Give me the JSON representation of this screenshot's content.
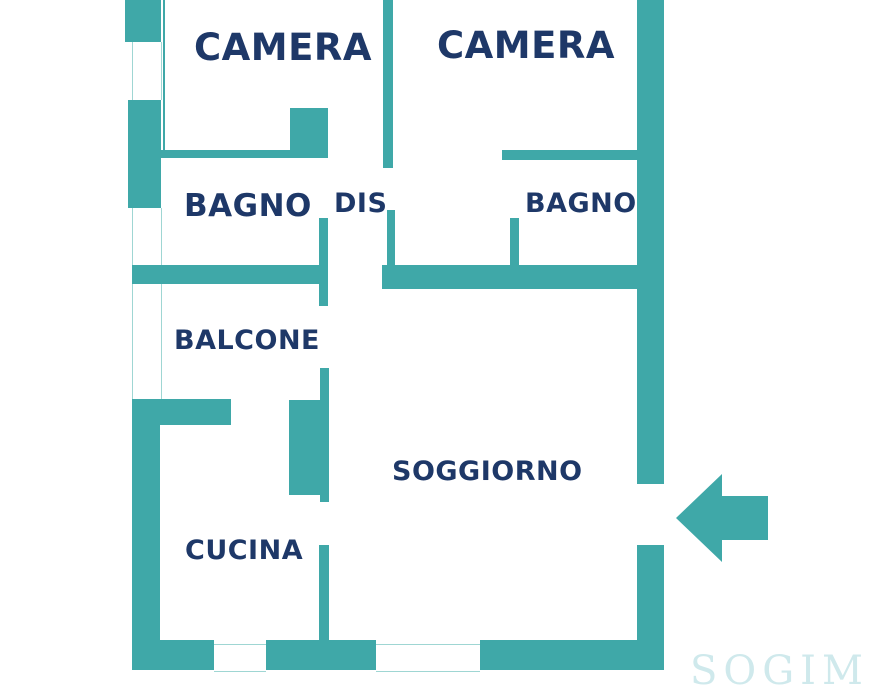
{
  "colors": {
    "wall": "#3fa8a8",
    "text": "#1e3868",
    "watermark": "#cfe9ec"
  },
  "rooms": {
    "camera_left": "CAMERA",
    "camera_right": "CAMERA",
    "bagno_left": "BAGNO",
    "dis": "DIS",
    "bagno_right": "BAGNO",
    "balcone": "BALCONE",
    "soggiorno": "SOGGIORNO",
    "cucina": "CUCINA"
  },
  "entrance": {
    "icon": "arrow-left-icon"
  },
  "watermark": {
    "text": "SOGIM"
  }
}
